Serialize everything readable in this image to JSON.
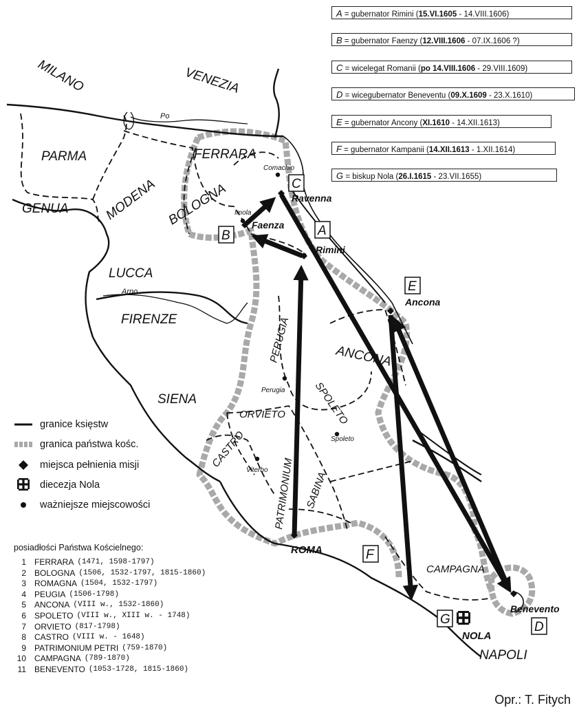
{
  "notes": [
    {
      "letter": "A",
      "text": " = gubernator Rimini (",
      "start": "15.VI.1605",
      "end": " - 14.VIII.1606)"
    },
    {
      "letter": "B",
      "text": " = gubernator Faenzy (",
      "start": "12.VIII.1606",
      "end": " - 07.IX.1606 ?)"
    },
    {
      "letter": "C",
      "text": " = wicelegat Romanii (",
      "start": "po 14.VIII.1606",
      "end": " - 29.VIII.1609)"
    },
    {
      "letter": "D",
      "text": " = wicegubernator Beneventu (",
      "start": "09.X.1609",
      "end": " - 23.X.1610)"
    },
    {
      "letter": "E",
      "text": " = gubernator Ancony (",
      "start": "XI.1610",
      "end": " - 14.XII.1613)"
    },
    {
      "letter": "F",
      "text": " = gubernator Kampanii (",
      "start": "14.XII.1613",
      "end": " - 1.XII.1614)"
    },
    {
      "letter": "G",
      "text": " = biskup Nola  (",
      "start": "26.I.1615",
      "end": " - 23.VII.1655)"
    }
  ],
  "regions": {
    "milano": "MILANO",
    "venezia": "VENEZIA",
    "parma": "PARMA",
    "genua": "GENUA",
    "modena": "MODENA",
    "ferrara": "FERRARA",
    "bologna": "BOLOGNA",
    "lucca": "LUCCA",
    "firenze": "FIRENZE",
    "siena": "SIENA",
    "perugia": "PERUGIA",
    "orvieto": "ORVIETO",
    "spoleto": "SPOLETO",
    "ancona": "ANCONA",
    "castro": "CASTRO",
    "patrimonium": "PATRIMONIUM",
    "sabina": "SABINA",
    "campagna": "CAMPAGNA",
    "napoli": "NAPOLI"
  },
  "rivers": {
    "po": "Po",
    "arno": "Arno"
  },
  "cities": {
    "comachio": "Comachio",
    "imola": "Imola",
    "perugia": "Perugia",
    "spoleto": "Spoleto",
    "viterbo": "Viterbo"
  },
  "mission_places": {
    "ravenna": "Ravenna",
    "faenza": "Faenza",
    "rimini": "Rimini",
    "ancona": "Ancona",
    "roma": "ROMA",
    "benevento": "Benevento",
    "nola": "NOLA"
  },
  "map_letters": {
    "A": "A",
    "B": "B",
    "C": "C",
    "D": "D",
    "E": "E",
    "F": "F",
    "G": "G"
  },
  "legend": [
    {
      "icon": "solid-line-icon",
      "label": "granice księstw"
    },
    {
      "icon": "hatched-border-icon",
      "label": "granica państwa kośc."
    },
    {
      "icon": "diamond-icon",
      "label": "miejsca pełnienia misji"
    },
    {
      "icon": "cross-icon",
      "label": "diecezja Nola"
    },
    {
      "icon": "dot-icon",
      "label": "ważniejsze miejscowości"
    }
  ],
  "possessions_title": "posiadłości Państwa Kościelnego:",
  "possessions": [
    {
      "no": "1",
      "name": "FERRARA",
      "dates": "(1471, 1598-1797)"
    },
    {
      "no": "2",
      "name": "BOLOGNA",
      "dates": "(1506, 1532-1797, 1815-1860)"
    },
    {
      "no": "3",
      "name": "ROMAGNA",
      "dates": "(1504, 1532-1797)"
    },
    {
      "no": "4",
      "name": "PEUGIA",
      "dates": "(1506-1798)"
    },
    {
      "no": "5",
      "name": "ANCONA",
      "dates": "(VIII w., 1532-1860)"
    },
    {
      "no": "6",
      "name": "SPOLETO",
      "dates": "(VIII w., XIII w. - 1748)"
    },
    {
      "no": "7",
      "name": "ORVIETO",
      "dates": "(817-1798)"
    },
    {
      "no": "8",
      "name": "CASTRO",
      "dates": "(VIII w. - 1648)"
    },
    {
      "no": "9",
      "name": "PATRIMONIUM PETRI",
      "dates": "(759-1870)"
    },
    {
      "no": "10",
      "name": "CAMPAGNA",
      "dates": "(789-1870)"
    },
    {
      "no": "11",
      "name": "BENEVENTO",
      "dates": "(1053-1728, 1815-1860)"
    }
  ],
  "author": "Opr.: T. Fitych",
  "colors": {
    "ink": "#111111",
    "church_border": "#a9a9a9"
  }
}
